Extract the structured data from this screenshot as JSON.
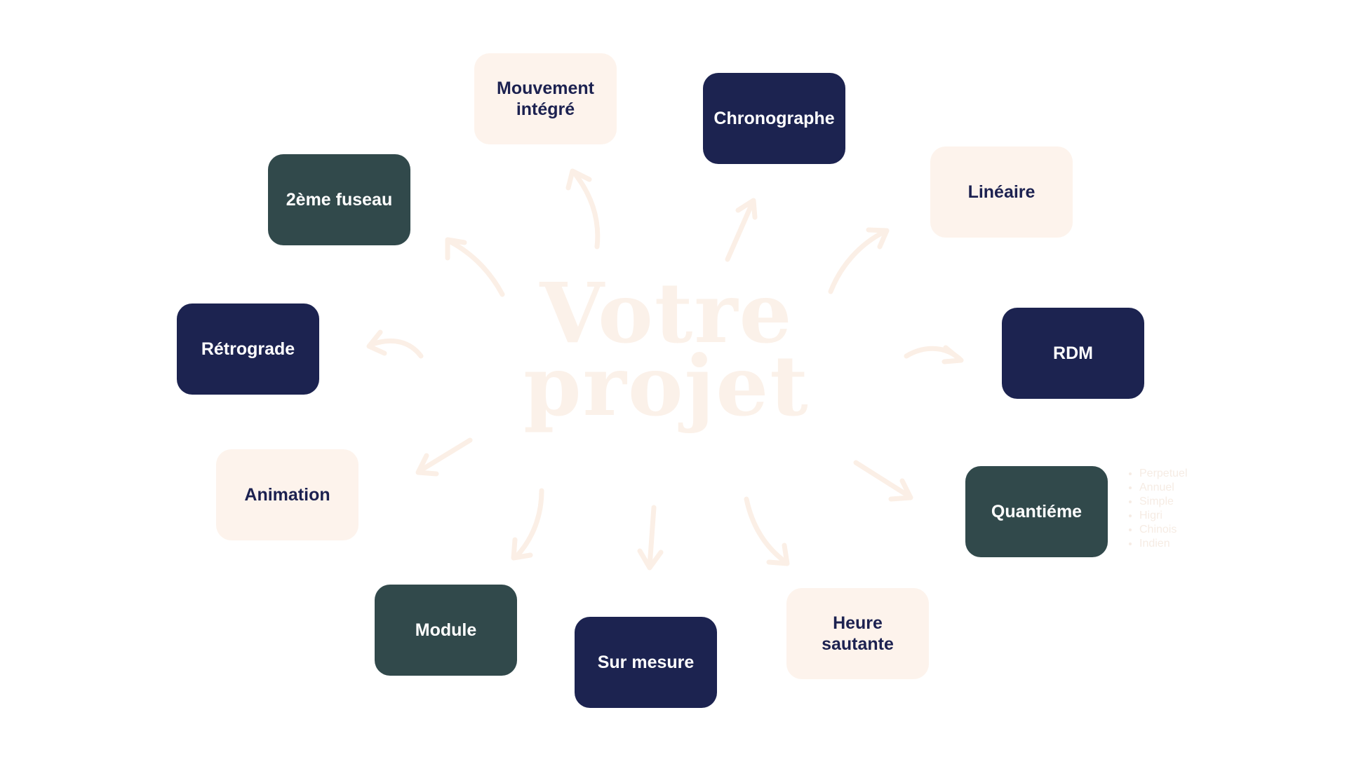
{
  "center": {
    "line1": "Votre",
    "line2": "projet"
  },
  "nodes": [
    {
      "id": "mouvement-integre",
      "label": "Mouvement\nintégré",
      "style": "cream"
    },
    {
      "id": "chronographe",
      "label": "Chronographe",
      "style": "navy"
    },
    {
      "id": "lineaire",
      "label": "Linéaire",
      "style": "cream"
    },
    {
      "id": "rdm",
      "label": "RDM",
      "style": "navy"
    },
    {
      "id": "quantieme",
      "label": "Quantiéme",
      "style": "teal"
    },
    {
      "id": "heure-sautante",
      "label": "Heure\nsautante",
      "style": "cream"
    },
    {
      "id": "sur-mesure",
      "label": "Sur mesure",
      "style": "navy"
    },
    {
      "id": "module",
      "label": "Module",
      "style": "teal"
    },
    {
      "id": "animation",
      "label": "Animation",
      "style": "cream"
    },
    {
      "id": "retrograde",
      "label": "Rétrograde",
      "style": "navy"
    },
    {
      "id": "deuxieme-fuseau",
      "label": "2ème fuseau",
      "style": "teal"
    }
  ],
  "quantieme_options": [
    "Perpetuel",
    "Annuel",
    "Simple",
    "Higri",
    "Chinois",
    "Indien"
  ],
  "colors": {
    "cream": "#fdf3ec",
    "navy": "#1c2350",
    "teal": "#31494b",
    "arrow": "#fbefe6"
  }
}
